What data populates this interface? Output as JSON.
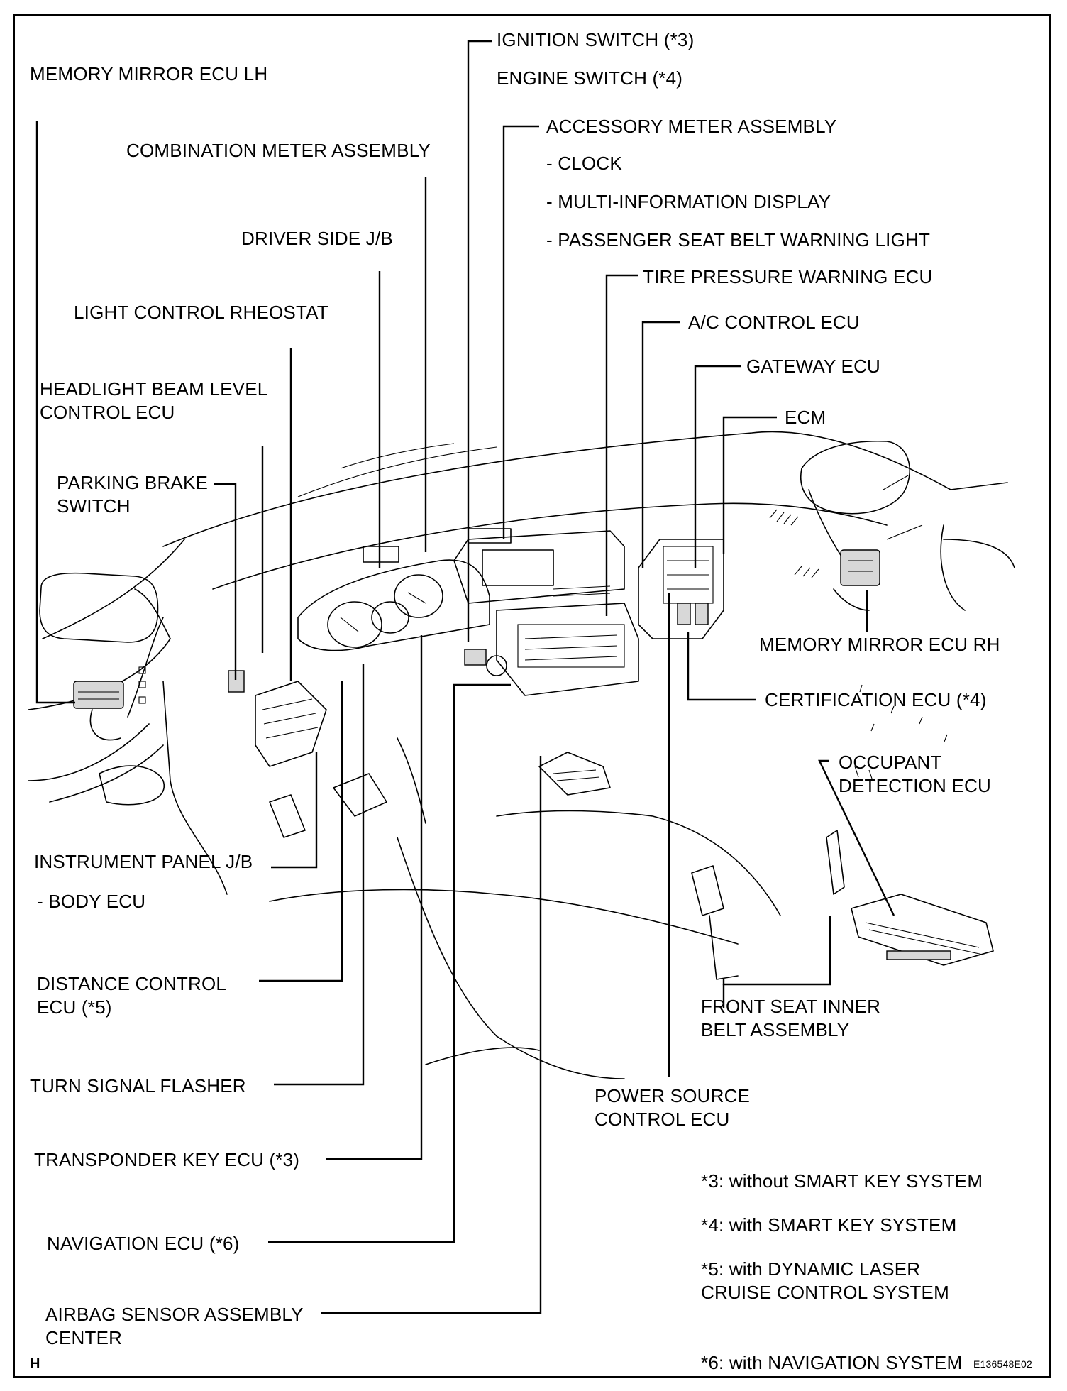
{
  "labels": {
    "memory_mirror_ecu_lh": "MEMORY MIRROR ECU LH",
    "combination_meter_assembly": "COMBINATION METER ASSEMBLY",
    "driver_side_jb": "DRIVER SIDE J/B",
    "light_control_rheostat": "LIGHT CONTROL RHEOSTAT",
    "headlight_beam_level_1": "HEADLIGHT BEAM LEVEL",
    "headlight_beam_level_2": "CONTROL ECU",
    "parking_brake_1": "PARKING BRAKE",
    "parking_brake_2": "SWITCH",
    "ignition_switch": "IGNITION SWITCH (*3)",
    "engine_switch": "ENGINE SWITCH (*4)",
    "accessory_meter_assembly": "ACCESSORY METER ASSEMBLY",
    "clock": "- CLOCK",
    "multi_information_display": "- MULTI-INFORMATION DISPLAY",
    "passenger_seat_belt_warning_light": "- PASSENGER SEAT BELT WARNING LIGHT",
    "tire_pressure_warning_ecu": "TIRE PRESSURE WARNING ECU",
    "ac_control_ecu": "A/C CONTROL ECU",
    "gateway_ecu": "GATEWAY ECU",
    "ecm": "ECM",
    "memory_mirror_ecu_rh": "MEMORY MIRROR ECU RH",
    "certification_ecu": "CERTIFICATION ECU (*4)",
    "occupant_detection_1": "OCCUPANT",
    "occupant_detection_2": "DETECTION ECU",
    "instrument_panel_jb": "INSTRUMENT PANEL J/B",
    "body_ecu": "- BODY ECU",
    "distance_control_1": "DISTANCE CONTROL",
    "distance_control_2": "ECU (*5)",
    "front_seat_inner_1": "FRONT SEAT INNER",
    "front_seat_inner_2": "BELT ASSEMBLY",
    "turn_signal_flasher": "TURN SIGNAL FLASHER",
    "power_source_1": "POWER SOURCE",
    "power_source_2": "CONTROL ECU",
    "transponder_key_ecu": "TRANSPONDER KEY ECU (*3)",
    "navigation_ecu": "NAVIGATION ECU (*6)",
    "airbag_sensor_1": "AIRBAG SENSOR ASSEMBLY",
    "airbag_sensor_2": "CENTER"
  },
  "notes": {
    "note3": "*3: without SMART KEY SYSTEM",
    "note4": "*4: with SMART KEY SYSTEM",
    "note5_1": "*5: with DYNAMIC LASER",
    "note5_2": "CRUISE CONTROL SYSTEM",
    "note6": "*6: with NAVIGATION SYSTEM"
  },
  "footer": {
    "corner_mark": "H",
    "figure_code": "E136548E02"
  }
}
